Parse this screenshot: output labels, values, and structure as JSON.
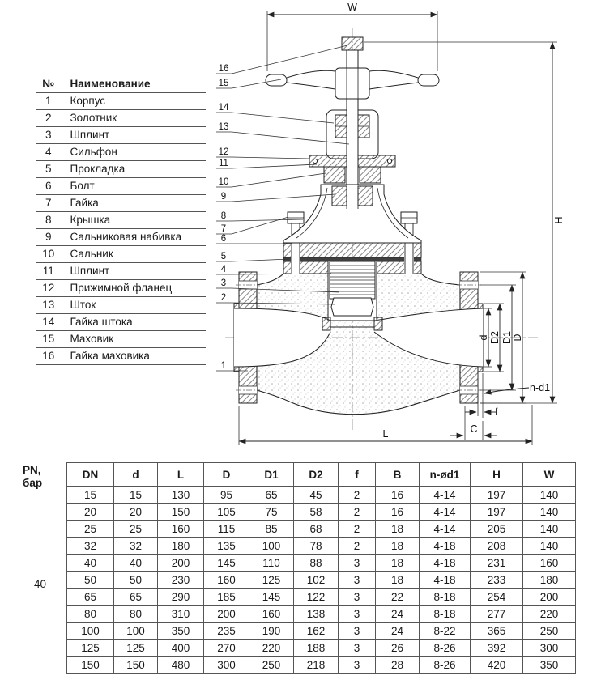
{
  "parts_table": {
    "header": {
      "num": "№",
      "name": "Наименование"
    },
    "rows": [
      {
        "num": "1",
        "name": "Корпус"
      },
      {
        "num": "2",
        "name": "Золотник"
      },
      {
        "num": "3",
        "name": "Шплинт"
      },
      {
        "num": "4",
        "name": "Сильфон"
      },
      {
        "num": "5",
        "name": "Прокладка"
      },
      {
        "num": "6",
        "name": "Болт"
      },
      {
        "num": "7",
        "name": "Гайка"
      },
      {
        "num": "8",
        "name": "Крышка"
      },
      {
        "num": "9",
        "name": "Сальниковая набивка"
      },
      {
        "num": "10",
        "name": "Сальник"
      },
      {
        "num": "11",
        "name": "Шплинт"
      },
      {
        "num": "12",
        "name": "Прижимной фланец"
      },
      {
        "num": "13",
        "name": "Шток"
      },
      {
        "num": "14",
        "name": "Гайка штока"
      },
      {
        "num": "15",
        "name": "Маховик"
      },
      {
        "num": "16",
        "name": "Гайка маховика"
      }
    ]
  },
  "drawing": {
    "labels": {
      "W": "W",
      "H": "H",
      "L": "L",
      "d": "d",
      "D2": "D2",
      "D1": "D1",
      "D": "D",
      "n_d1": "n-d1",
      "f": "f",
      "C": "C"
    },
    "callouts": [
      "16",
      "15",
      "14",
      "13",
      "12",
      "11",
      "10",
      "9",
      "8",
      "7",
      "6",
      "5",
      "4",
      "3",
      "2",
      "1"
    ]
  },
  "dimensions_table": {
    "pn_header": "PN,\nбар",
    "pn_value": "40",
    "headers": [
      "DN",
      "d",
      "L",
      "D",
      "D1",
      "D2",
      "f",
      "B",
      "n-ød1",
      "H",
      "W"
    ],
    "rows": [
      [
        "15",
        "15",
        "130",
        "95",
        "65",
        "45",
        "2",
        "16",
        "4-14",
        "197",
        "140"
      ],
      [
        "20",
        "20",
        "150",
        "105",
        "75",
        "58",
        "2",
        "16",
        "4-14",
        "197",
        "140"
      ],
      [
        "25",
        "25",
        "160",
        "115",
        "85",
        "68",
        "2",
        "18",
        "4-14",
        "205",
        "140"
      ],
      [
        "32",
        "32",
        "180",
        "135",
        "100",
        "78",
        "2",
        "18",
        "4-18",
        "208",
        "140"
      ],
      [
        "40",
        "40",
        "200",
        "145",
        "110",
        "88",
        "3",
        "18",
        "4-18",
        "231",
        "160"
      ],
      [
        "50",
        "50",
        "230",
        "160",
        "125",
        "102",
        "3",
        "18",
        "4-18",
        "233",
        "180"
      ],
      [
        "65",
        "65",
        "290",
        "185",
        "145",
        "122",
        "3",
        "22",
        "8-18",
        "254",
        "200"
      ],
      [
        "80",
        "80",
        "310",
        "200",
        "160",
        "138",
        "3",
        "24",
        "8-18",
        "277",
        "220"
      ],
      [
        "100",
        "100",
        "350",
        "235",
        "190",
        "162",
        "3",
        "24",
        "8-22",
        "365",
        "250"
      ],
      [
        "125",
        "125",
        "400",
        "270",
        "220",
        "188",
        "3",
        "26",
        "8-26",
        "392",
        "300"
      ],
      [
        "150",
        "150",
        "480",
        "300",
        "250",
        "218",
        "3",
        "28",
        "8-26",
        "420",
        "350"
      ]
    ]
  },
  "colors": {
    "line": "#222222",
    "dim": "#333333",
    "text": "#1a1a1a"
  }
}
